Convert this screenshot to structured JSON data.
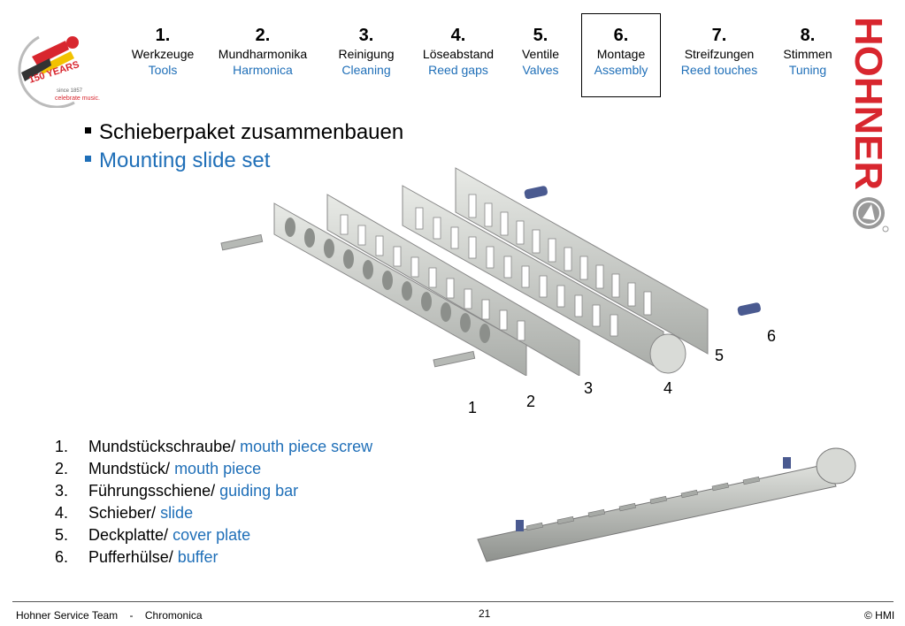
{
  "logo": {
    "badge_text": "150 YEARS",
    "since": "since 1857",
    "tagline": "celebrate music."
  },
  "brand": "HOHNER",
  "nav": [
    {
      "num": "1.",
      "de": "Werkzeuge",
      "en": "Tools"
    },
    {
      "num": "2.",
      "de": "Mundharmonika",
      "en": "Harmonica"
    },
    {
      "num": "3.",
      "de": "Reinigung",
      "en": "Cleaning"
    },
    {
      "num": "4.",
      "de": "Löseabstand",
      "en": "Reed gaps"
    },
    {
      "num": "5.",
      "de": "Ventile",
      "en": "Valves"
    },
    {
      "num": "6.",
      "de": "Montage",
      "en": "Assembly"
    },
    {
      "num": "7.",
      "de": "Streifzungen",
      "en": "Reed touches"
    },
    {
      "num": "8.",
      "de": "Stimmen",
      "en": "Tuning"
    }
  ],
  "heading": {
    "de": "Schieberpaket zusammenbauen",
    "en": "Mounting slide set"
  },
  "part_labels": [
    "1",
    "2",
    "3",
    "4",
    "5",
    "6"
  ],
  "parts": [
    {
      "num": "1.",
      "de": "Mundstückschraube/",
      "en": "mouth piece screw"
    },
    {
      "num": "2.",
      "de": "Mundstück/",
      "en": "mouth piece"
    },
    {
      "num": "3.",
      "de": "Führungsschiene/",
      "en": "guiding bar"
    },
    {
      "num": "4.",
      "de": "Schieber/",
      "en": "slide"
    },
    {
      "num": "5.",
      "de": "Deckplatte/",
      "en": "cover plate"
    },
    {
      "num": "6.",
      "de": "Pufferhülse/",
      "en": "buffer"
    }
  ],
  "footer": {
    "team": "Hohner Service Team",
    "sep": "-",
    "product": "Chromonica",
    "page": "21",
    "copyright": "© HMI"
  },
  "colors": {
    "accent_blue": "#1f6fb8",
    "brand_red": "#d8262e",
    "metal": "#b9bcb8"
  }
}
